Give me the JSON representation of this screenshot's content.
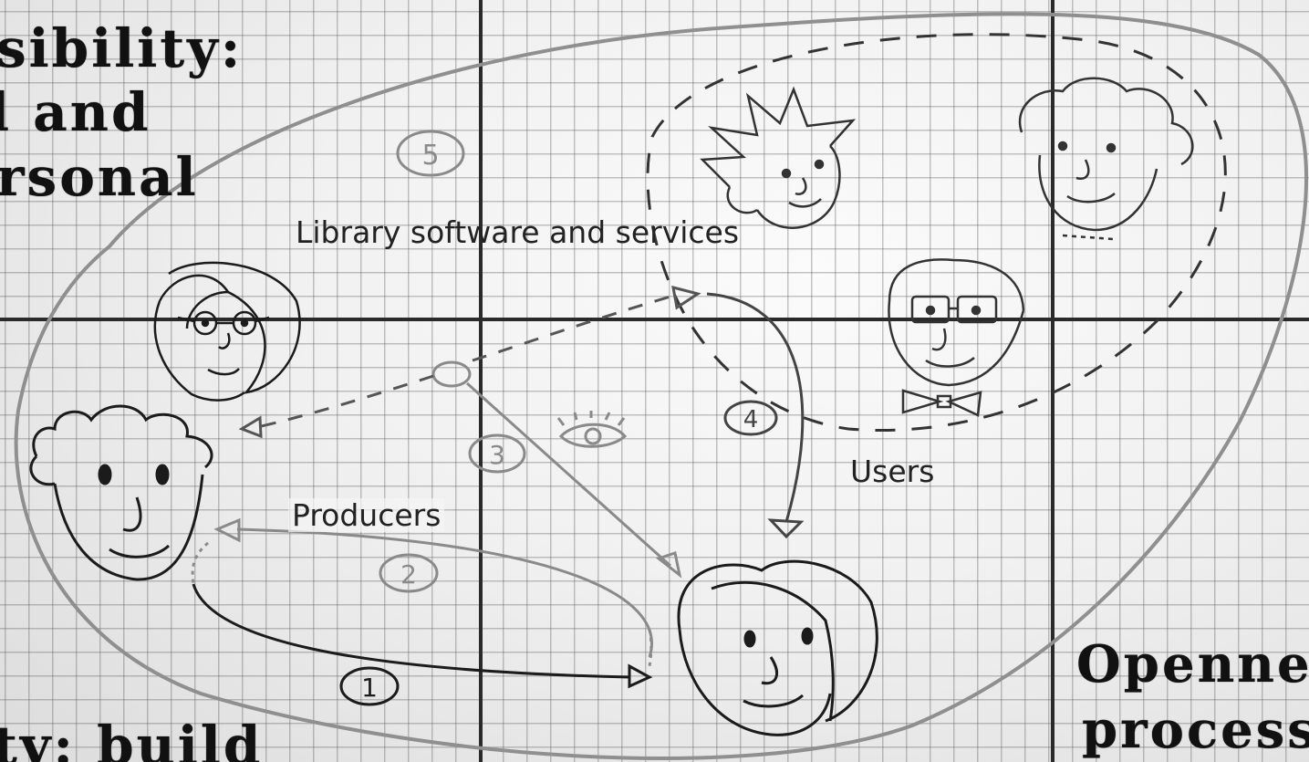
{
  "typed_text": {
    "top_left_line1": "sibility:",
    "top_left_line2": "l and",
    "top_left_line3": "rsonal",
    "bottom_left": "ty: build",
    "bottom_right_line1": "Openne",
    "bottom_right_line2": "process"
  },
  "labels": {
    "library": "Library software and services",
    "producers": "Producers",
    "users": "Users"
  },
  "steps": [
    "1",
    "2",
    "3",
    "4",
    "5"
  ],
  "colors": {
    "ink": "#1b1b1b",
    "gray_ink": "#8a8a8a",
    "axis": "#2a2a2a"
  },
  "icons": [
    "eye-icon"
  ]
}
